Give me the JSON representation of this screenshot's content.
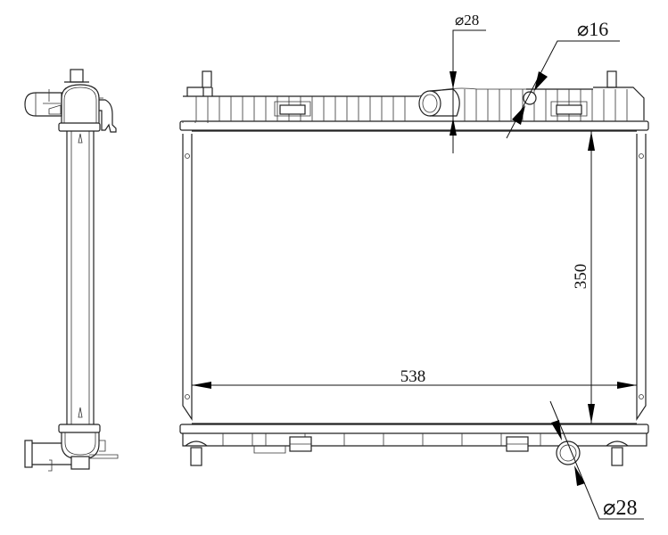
{
  "drawing": {
    "subject": "radiator technical drawing",
    "views": [
      "side-view",
      "front-view"
    ],
    "colors": {
      "line": "#222222",
      "background": "#ffffff"
    }
  },
  "dimensions": {
    "width": "538",
    "height": "350",
    "inlet_top_diameter": "⌀28",
    "cap_diameter": "⌀16",
    "outlet_bottom_diameter": "⌀28"
  }
}
